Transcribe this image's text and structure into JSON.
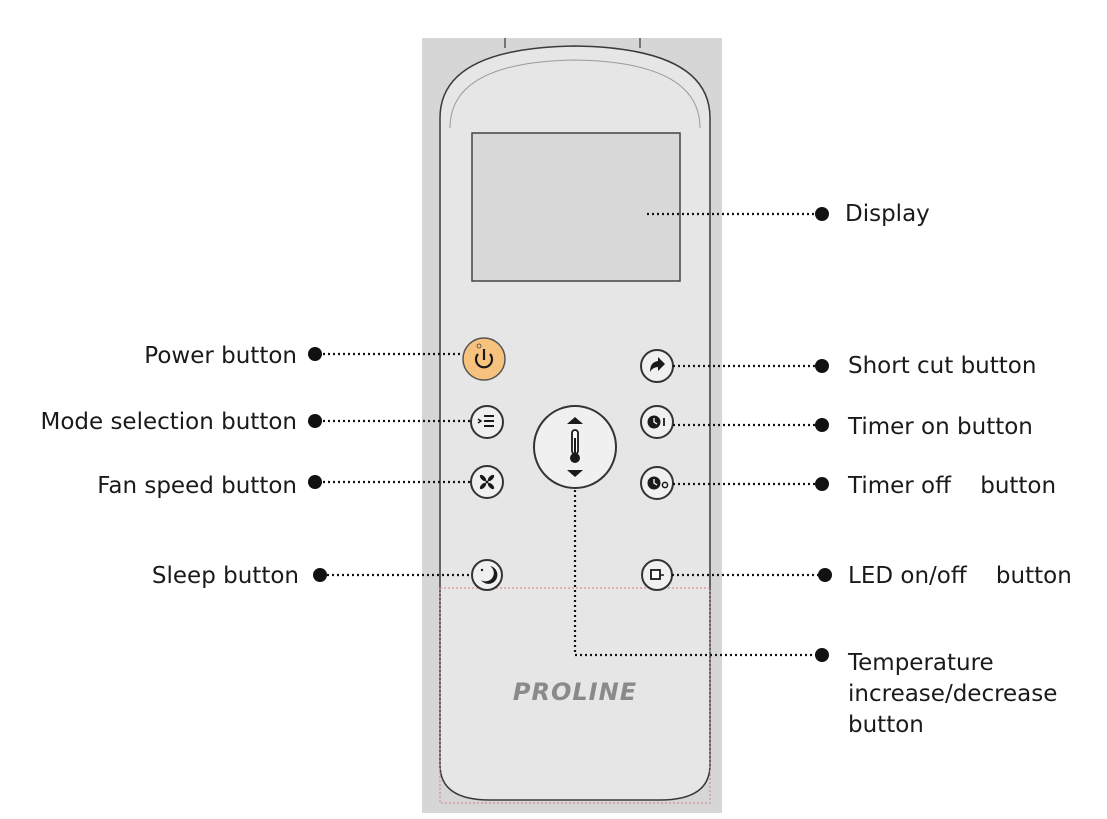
{
  "brand": "PROLINE",
  "labels": {
    "display": "Display",
    "power": "Power button",
    "mode": "Mode selection button",
    "fan": "Fan speed button",
    "sleep": "Sleep button",
    "shortcut": "Short cut button",
    "timer_on": "Timer on button",
    "timer_off": "Timer off    button",
    "led": "LED on/off    button",
    "temperature": "Temperature\nincrease/decrease\nbutton"
  },
  "icons": {
    "power": "power-icon",
    "mode": "mode-list-icon",
    "fan": "fan-icon",
    "sleep": "moon-icon",
    "shortcut": "shortcut-arrow-icon",
    "timer_on": "clock-on-icon",
    "timer_off": "clock-off-icon",
    "led": "square-icon",
    "temperature": "thermometer-icon"
  },
  "colors": {
    "remote_body": "#e6e6e6",
    "panel_background": "#d6d6d6",
    "power_button": "#f6c27e",
    "outline": "#3a3a3a",
    "leader_line": "#111111"
  }
}
